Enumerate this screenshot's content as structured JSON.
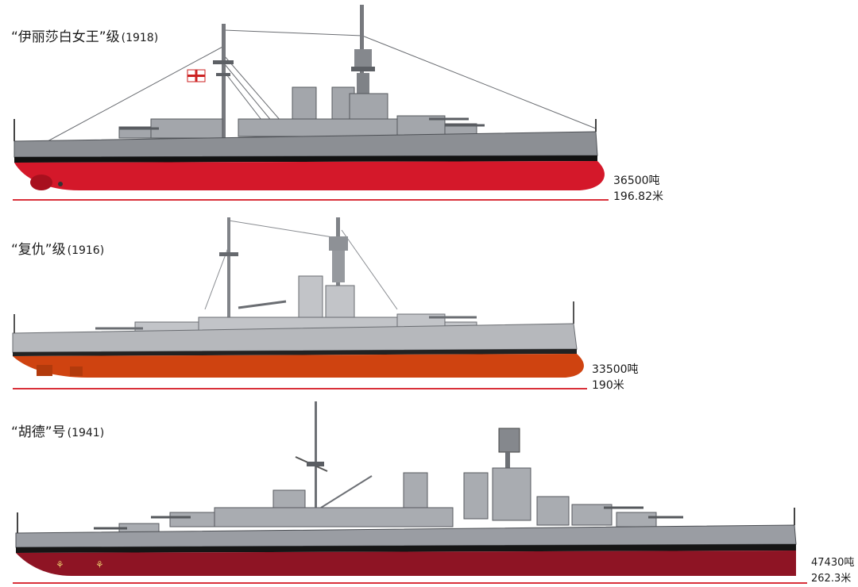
{
  "ships": [
    {
      "name": "“伊丽莎白女王”级",
      "year": "(1918)",
      "tonnage": "36500吨",
      "length": "196.82米",
      "colors": {
        "hull_lower": "#d4182a",
        "hull_upper": "#8c8f94",
        "superstructure": "#a3a6ab",
        "boot": "#111111"
      }
    },
    {
      "name": "“复仇”级",
      "year": "(1916)",
      "tonnage": "33500吨",
      "length": "190米",
      "colors": {
        "hull_lower": "#cf4310",
        "hull_upper": "#b6b8bc",
        "superstructure": "#c2c4c8",
        "boot": "#222222"
      }
    },
    {
      "name": "“胡德”号",
      "year": "(1941)",
      "tonnage": "47430吨",
      "length": "262.3米",
      "colors": {
        "hull_lower": "#8e1424",
        "hull_upper": "#9a9da3",
        "superstructure": "#a9acb1",
        "boot": "#151515"
      }
    }
  ],
  "reference_line_color": "#d9303a"
}
